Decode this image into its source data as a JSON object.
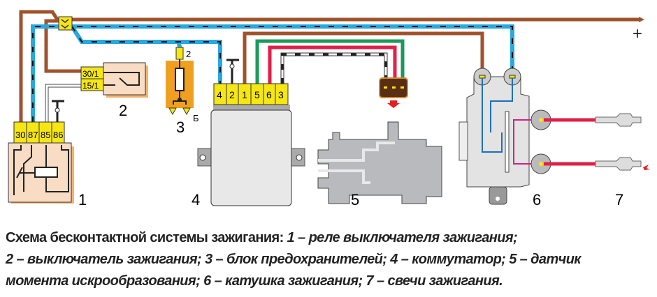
{
  "diagram": {
    "plus_sign": "+",
    "relay": {
      "number": "1",
      "pins": [
        "30",
        "87",
        "85",
        "86"
      ]
    },
    "switch": {
      "number": "2",
      "pins": [
        "30/1",
        "15/1"
      ]
    },
    "fuse_block": {
      "number": "3",
      "pin_top": "2",
      "pin_bottom": "Б"
    },
    "commutator": {
      "number": "4",
      "pins": [
        "4",
        "2",
        "1",
        "5",
        "6",
        "3"
      ]
    },
    "sensor": {
      "number": "5"
    },
    "coil": {
      "number": "6"
    },
    "plugs": {
      "number": "7"
    },
    "wire_colors": {
      "brown": "#a0522d",
      "blue": "#29a8e0",
      "green": "#1a9a5a",
      "red": "#e0204a",
      "connector_yellow": "#f5e614"
    }
  },
  "caption": {
    "lines": [
      {
        "bold": "Схема бесконтактной системы зажигания: ",
        "italic": "1 – реле выключателя зажигания;"
      },
      {
        "bold": "",
        "italic": "2 – выключатель зажигания; 3 – блок предохранителей; 4 – коммутатор; 5 – датчик"
      },
      {
        "bold": "",
        "italic": "момента искрообразования; 6 – катушка зажигания; 7 – свечи зажигания."
      }
    ]
  }
}
